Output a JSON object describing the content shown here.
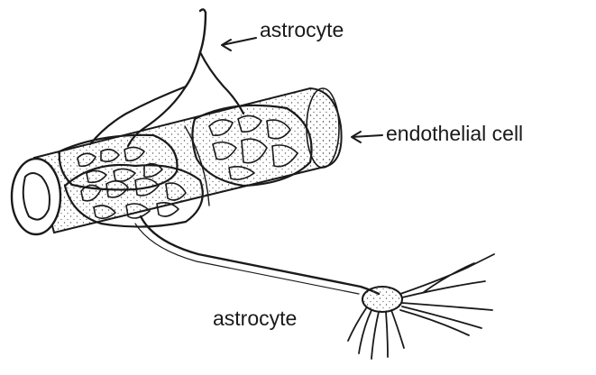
{
  "figure": {
    "labels": {
      "top_astrocyte": "astrocyte",
      "endothelial": "endothelial cell",
      "bottom_astrocyte": "astrocyte"
    }
  },
  "colors": {
    "ink": "#1a1a1a",
    "background": "#ffffff",
    "stipple": "#555555"
  }
}
